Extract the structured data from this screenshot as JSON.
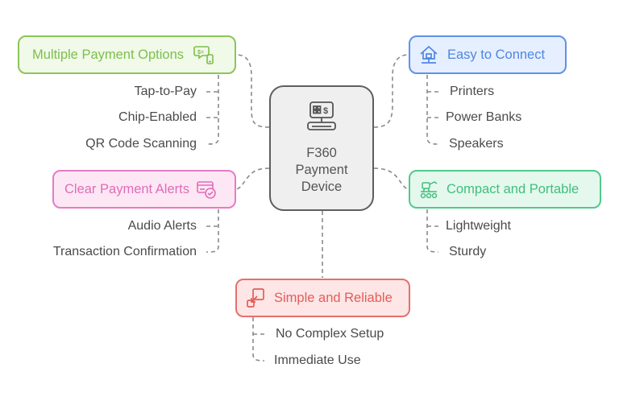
{
  "center": {
    "line1": "F360",
    "line2": "Payment",
    "line3": "Device",
    "icon": "pos-terminal-icon"
  },
  "branches": {
    "payment_options": {
      "label": "Multiple Payment Options",
      "icon": "payment-chat-mobile-icon",
      "color": "#7cbf4b",
      "bg": "#f1f9e9",
      "items": [
        "Tap-to-Pay",
        "Chip-Enabled",
        "QR Code Scanning"
      ]
    },
    "alerts": {
      "label": "Clear Payment Alerts",
      "icon": "card-check-icon",
      "color": "#e06cb8",
      "bg": "#fde7f5",
      "items": [
        "Audio Alerts",
        "Transaction Confirmation"
      ]
    },
    "connect": {
      "label": "Easy to Connect",
      "icon": "house-network-icon",
      "color": "#4f86e0",
      "bg": "#e6efff",
      "items": [
        "Printers",
        "Power Banks",
        "Speakers"
      ]
    },
    "portable": {
      "label": "Compact and Portable",
      "icon": "rover-icon",
      "color": "#3fbf7a",
      "bg": "#e5f8ee",
      "items": [
        "Lightweight",
        "Sturdy"
      ]
    },
    "simple": {
      "label": "Simple and Reliable",
      "icon": "transfer-arrow-icon",
      "color": "#e35c5c",
      "bg": "#fde6e5",
      "items": [
        "No Complex Setup",
        "Immediate Use"
      ]
    }
  }
}
